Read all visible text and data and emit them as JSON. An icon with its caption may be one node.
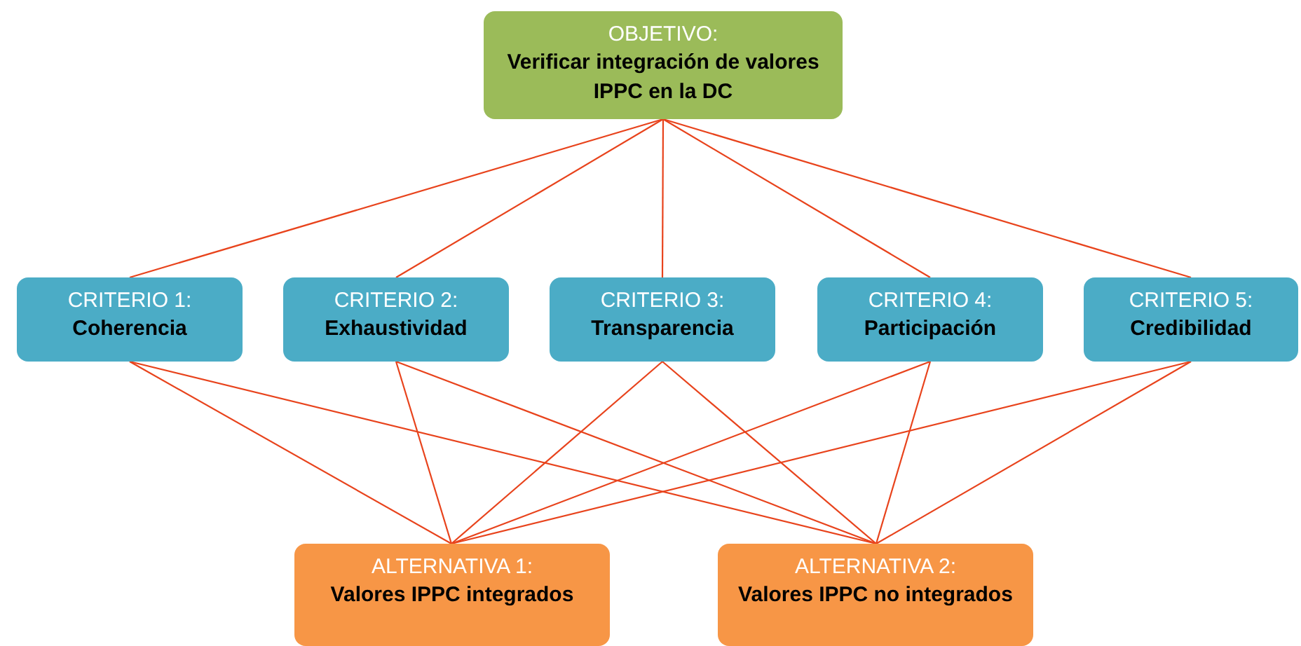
{
  "diagram": {
    "nodes": [
      {
        "text": [
          "OBJETIVO:",
          "Verificar integración de valores IPPC en la DC"
        ]
      },
      {
        "text": [
          "CRITERIO 1:",
          "Coherencia"
        ]
      },
      {
        "text": [
          "CRITERIO 2:",
          "Exhaustividad"
        ]
      },
      {
        "text": [
          "CRITERIO 3:",
          "Transparencia"
        ]
      },
      {
        "text": [
          "CRITERIO 4:",
          "Participación"
        ]
      },
      {
        "text": [
          "CRITERIO 5:",
          "Credibilidad"
        ]
      },
      {
        "text": [
          "ALTERNATIVA 1:",
          "Valores IPPC integrados"
        ]
      },
      {
        "text": [
          "ALTERNATIVA 2:",
          "Valores IPPC no integrados"
        ]
      }
    ],
    "edges": [
      {
        "from": 0,
        "to": 1,
        "arrow": "none"
      },
      {
        "from": 0,
        "to": 2,
        "arrow": "none"
      },
      {
        "from": 0,
        "to": 3,
        "arrow": "none"
      },
      {
        "from": 0,
        "to": 4,
        "arrow": "none"
      },
      {
        "from": 0,
        "to": 5,
        "arrow": "none"
      },
      {
        "from": 1,
        "to": 6,
        "arrow": "none"
      },
      {
        "from": 1,
        "to": 7,
        "arrow": "none"
      },
      {
        "from": 2,
        "to": 6,
        "arrow": "none"
      },
      {
        "from": 2,
        "to": 7,
        "arrow": "none"
      },
      {
        "from": 3,
        "to": 6,
        "arrow": "none"
      },
      {
        "from": 3,
        "to": 7,
        "arrow": "none"
      },
      {
        "from": 4,
        "to": 6,
        "arrow": "none"
      },
      {
        "from": 4,
        "to": 7,
        "arrow": "none"
      },
      {
        "from": 5,
        "to": 6,
        "arrow": "none"
      },
      {
        "from": 5,
        "to": 7,
        "arrow": "none"
      }
    ]
  }
}
